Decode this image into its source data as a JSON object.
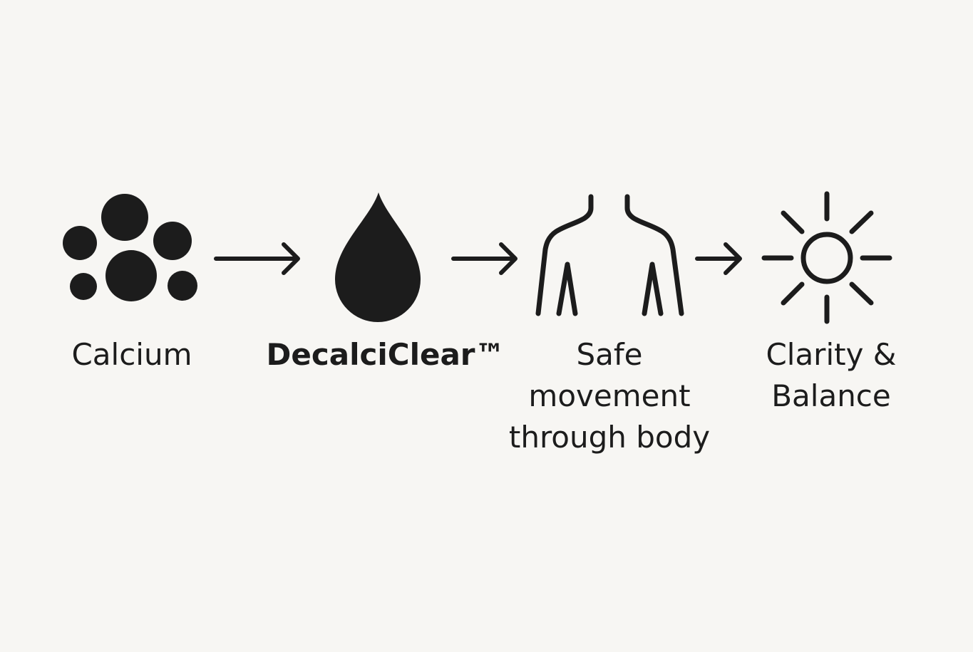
{
  "steps": [
    {
      "icon": "calcium-particles-icon",
      "label": "Calcium"
    },
    {
      "icon": "droplet-icon",
      "label": "DecalciClear™"
    },
    {
      "icon": "body-silhouette-icon",
      "label_lines": [
        "Safe",
        "movement",
        "through body"
      ]
    },
    {
      "icon": "sun-icon",
      "label_lines": [
        "Clarity &",
        "Balance"
      ]
    }
  ],
  "colors": {
    "ink": "#1c1c1c",
    "background": "#f7f6f3"
  }
}
